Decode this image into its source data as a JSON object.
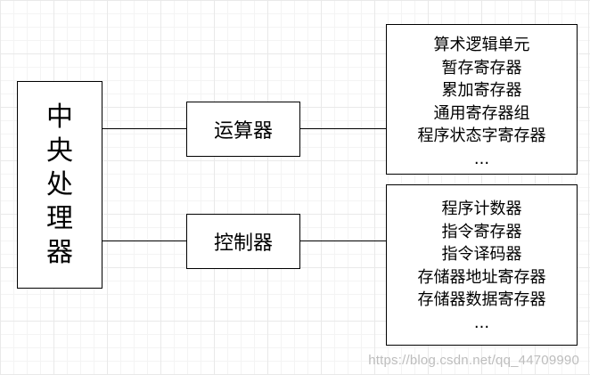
{
  "cpu": {
    "chars": [
      "中",
      "央",
      "处",
      "理",
      "器"
    ]
  },
  "alu": {
    "label": "运算器",
    "components": [
      "算术逻辑单元",
      "暂存寄存器",
      "累加寄存器",
      "通用寄存器组",
      "程序状态字寄存器",
      "..."
    ]
  },
  "control": {
    "label": "控制器",
    "components": [
      "程序计数器",
      "指令寄存器",
      "指令译码器",
      "存储器地址寄存器",
      "存储器数据寄存器",
      "..."
    ]
  },
  "watermark": "https://blog.csdn.net/qq_44709990"
}
